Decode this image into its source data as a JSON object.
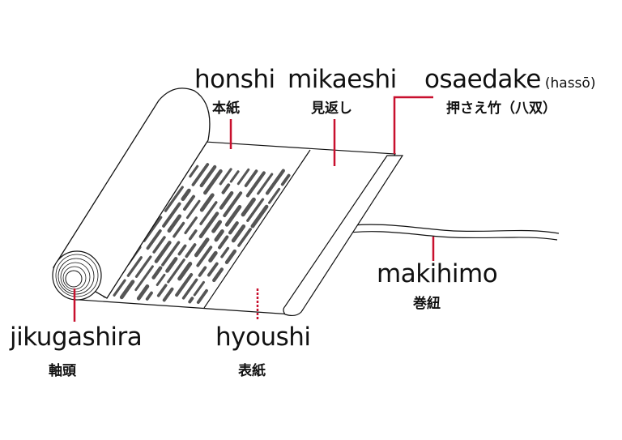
{
  "labels": {
    "honshi": {
      "romaji": "honshi",
      "japanese": "本紙"
    },
    "mikaeshi": {
      "romaji": "mikaeshi",
      "japanese": "見返し"
    },
    "osaedake": {
      "romaji": "osaedake",
      "alt": "(hassō)",
      "japanese": "押さえ竹（八双）"
    },
    "makihimo": {
      "romaji": "makihimo",
      "japanese": "巻紐"
    },
    "jikugashira": {
      "romaji": "jikugashira",
      "japanese": "軸頭"
    },
    "hyoushi": {
      "romaji": "hyoushi",
      "japanese": "表紙"
    }
  },
  "colors": {
    "leader": "#c8102e",
    "ink": "#555555",
    "outline": "#111111"
  }
}
